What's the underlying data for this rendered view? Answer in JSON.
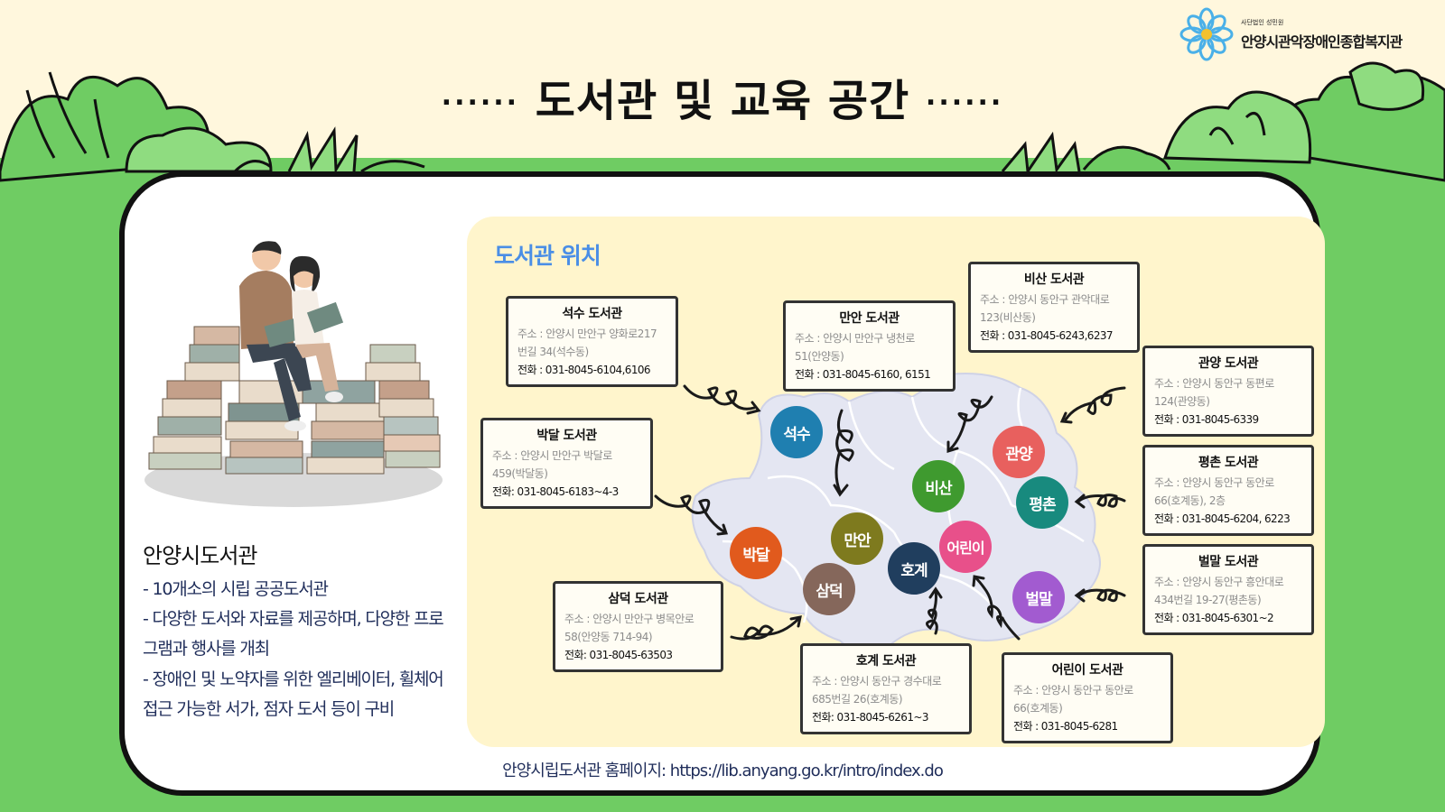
{
  "logo": {
    "sub": "사단법인 성민원",
    "name": "안양시관악장애인종합복지관"
  },
  "title": {
    "dots_left": "......",
    "text": "도서관 및 교육 공간",
    "dots_right": "......"
  },
  "side": {
    "title": "안양시도서관",
    "lines": [
      "- 10개소의 시립 공공도서관",
      "- 다양한 도서와 자료를 제공하며, 다양한 프로",
      "그램과 행사를 개최",
      "- 장애인 및 노약자를 위한 엘리베이터, 휠체어",
      "접근 가능한 서가, 점자 도서 등이 구비"
    ]
  },
  "panel": {
    "title": "도서관 위치"
  },
  "libraries": {
    "seoksu": {
      "name": "석수 도서관",
      "addr1": "주소 : 안양시 만안구 양화로217",
      "addr2": "번길 34(석수동)",
      "phone": "전화 : 031-8045-6104,6106"
    },
    "manan": {
      "name": "만안 도서관",
      "addr1": "주소 : 안양시 만안구 냉천로",
      "addr2": "51(안양동)",
      "phone": "전화 : 031-8045-6160, 6151"
    },
    "bisan": {
      "name": "비산 도서관",
      "addr1": "주소 : 안양시 동안구 관악대로",
      "addr2": "123(비산동)",
      "phone": "전화 : 031-8045-6243,6237"
    },
    "gwanyang": {
      "name": "관양 도서관",
      "addr1": "주소 : 안양시 동안구 동편로",
      "addr2": "124(관양동)",
      "phone": "전화 : 031-8045-6339"
    },
    "pyeongchon": {
      "name": "평촌 도서관",
      "addr1": "주소 : 안양시 동안구 동안로",
      "addr2": "66(호계동), 2층",
      "phone": "전화 : 031-8045-6204, 6223"
    },
    "beolmal": {
      "name": "벌말 도서관",
      "addr1": "주소 : 안양시 동안구 흥안대로",
      "addr2": "434번길 19-27(평촌동)",
      "phone": "전화 : 031-8045-6301~2"
    },
    "bakdal": {
      "name": "박달 도서관",
      "addr1": "주소 : 안양시 만안구 박달로",
      "addr2": "459(박달동)",
      "phone": "전화: 031-8045-6183~4-3"
    },
    "samdeok": {
      "name": "삼덕 도서관",
      "addr1": "주소 : 안양시 만안구 병목안로",
      "addr2": "58(안양동 714-94)",
      "phone": "전화: 031-8045-63503"
    },
    "hogye": {
      "name": "호계 도서관",
      "addr1": "주소 : 안양시 동안구 경수대로",
      "addr2": "685번길 26(호계동)",
      "phone": "전화: 031-8045-6261~3"
    },
    "children": {
      "name": "어린이 도서관",
      "addr1": "주소 : 안양시 동안구 동안로",
      "addr2": "66(호계동)",
      "phone": "전화 :  031-8045-6281"
    }
  },
  "markers": {
    "seoksu": "석수",
    "bisan": "비산",
    "gwanyang": "관양",
    "pyeongchon": "평촌",
    "manan": "만안",
    "bakdal": "박달",
    "samdeok": "삼덕",
    "hogye": "호계",
    "children": "어린이",
    "beolmal": "벌말"
  },
  "colors": {
    "background": "#fff7dd",
    "green": "#6fcc63",
    "panel": "#fff5cc",
    "accent": "#4a8ee6",
    "seoksu": "#1f7fb0",
    "bisan": "#3f9a2f",
    "gwanyang": "#e8605e",
    "pyeongchon": "#188a7e",
    "manan": "#7e7a1e",
    "bakdal": "#e15a1d",
    "samdeok": "#85675b",
    "hogye": "#203e5e",
    "children": "#e8508a",
    "beolmal": "#a25bd0"
  },
  "footer": "안양시립도서관 홈페이지: https://lib.anyang.go.kr/intro/index.do"
}
